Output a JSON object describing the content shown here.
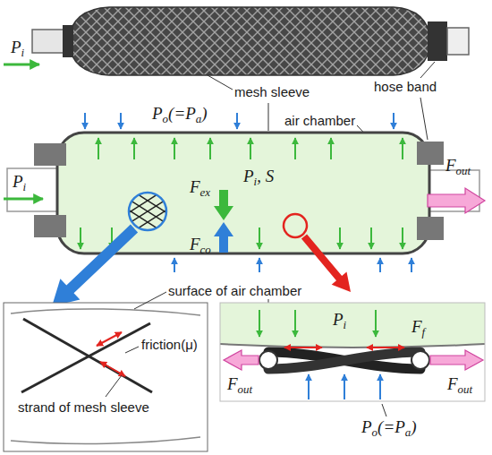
{
  "diagram": {
    "labels": [
      "Pi",
      "mesh sleeve",
      "hose band",
      "Po(=Pa)",
      "air chamber",
      "Pi",
      "Pi, S",
      "Fex",
      "Fout",
      "Fco",
      "surface of air chamber",
      "Pi",
      "Ff",
      "Fout",
      "Fout",
      "friction(μ)",
      "strand of mesh sleeve",
      "Po(=Pa)"
    ]
  }
}
